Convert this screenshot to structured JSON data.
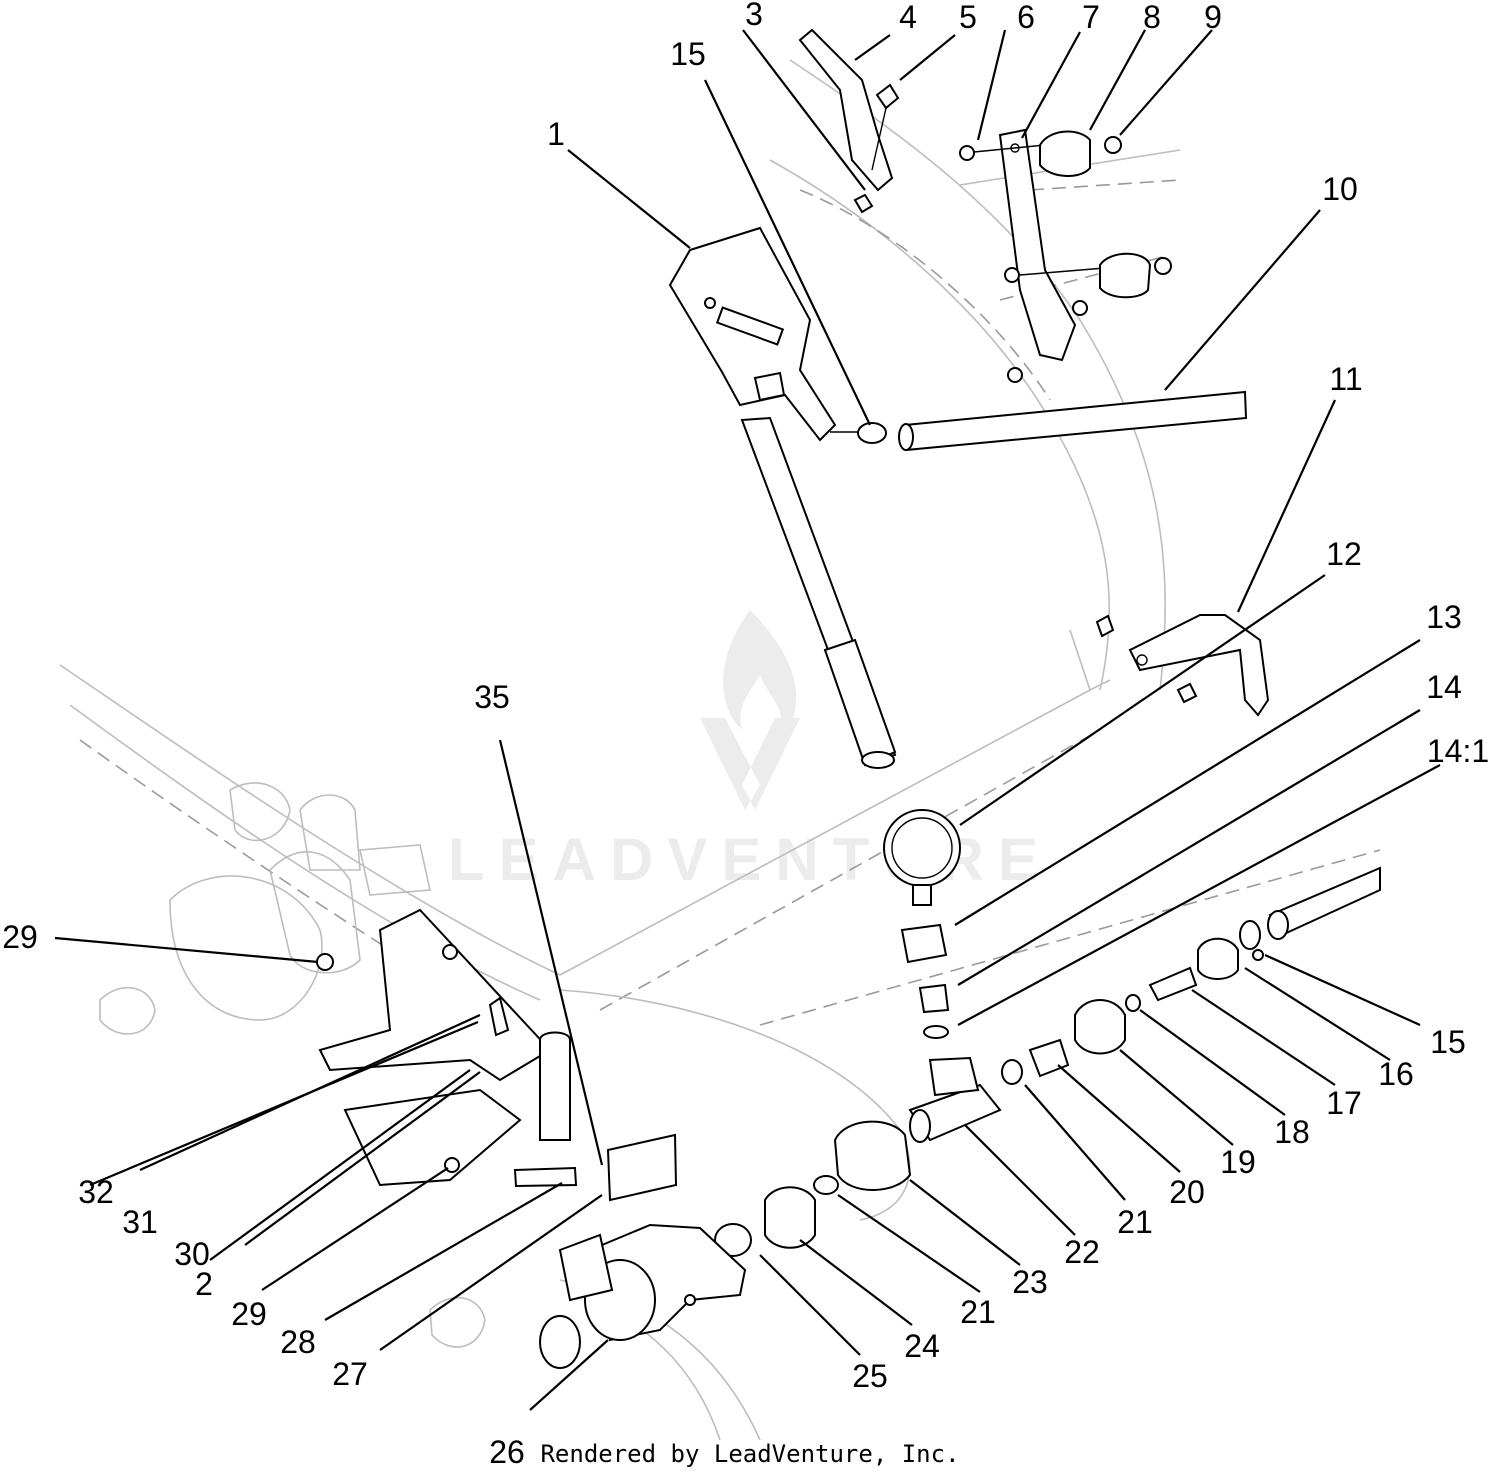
{
  "callouts": [
    {
      "id": "c1",
      "label": "1"
    },
    {
      "id": "c2",
      "label": "2"
    },
    {
      "id": "c3",
      "label": "3"
    },
    {
      "id": "c4",
      "label": "4"
    },
    {
      "id": "c5",
      "label": "5"
    },
    {
      "id": "c6",
      "label": "6"
    },
    {
      "id": "c7",
      "label": "7"
    },
    {
      "id": "c8",
      "label": "8"
    },
    {
      "id": "c9",
      "label": "9"
    },
    {
      "id": "c10",
      "label": "10"
    },
    {
      "id": "c11",
      "label": "11"
    },
    {
      "id": "c12",
      "label": "12"
    },
    {
      "id": "c13",
      "label": "13"
    },
    {
      "id": "c14",
      "label": "14"
    },
    {
      "id": "c14_1",
      "label": "14:1"
    },
    {
      "id": "c15a",
      "label": "15"
    },
    {
      "id": "c15b",
      "label": "15"
    },
    {
      "id": "c16",
      "label": "16"
    },
    {
      "id": "c17",
      "label": "17"
    },
    {
      "id": "c18",
      "label": "18"
    },
    {
      "id": "c19",
      "label": "19"
    },
    {
      "id": "c20",
      "label": "20"
    },
    {
      "id": "c21a",
      "label": "21"
    },
    {
      "id": "c21b",
      "label": "21"
    },
    {
      "id": "c22",
      "label": "22"
    },
    {
      "id": "c23",
      "label": "23"
    },
    {
      "id": "c24",
      "label": "24"
    },
    {
      "id": "c25",
      "label": "25"
    },
    {
      "id": "c26",
      "label": "26"
    },
    {
      "id": "c27",
      "label": "27"
    },
    {
      "id": "c28",
      "label": "28"
    },
    {
      "id": "c29a",
      "label": "29"
    },
    {
      "id": "c29b",
      "label": "29"
    },
    {
      "id": "c30",
      "label": "30"
    },
    {
      "id": "c31",
      "label": "31"
    },
    {
      "id": "c32",
      "label": "32"
    },
    {
      "id": "c35",
      "label": "35"
    }
  ],
  "watermark": {
    "brand": "LEADVENTURE"
  },
  "footer": {
    "credit": "Rendered by LeadVenture, Inc."
  }
}
